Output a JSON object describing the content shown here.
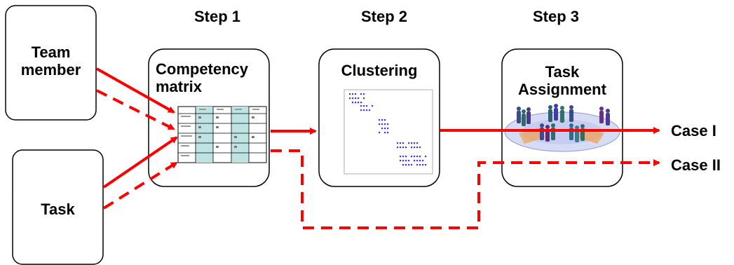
{
  "steps": {
    "step1": "Step 1",
    "step2": "Step 2",
    "step3": "Step 3"
  },
  "inputs": {
    "team_member": "Team member",
    "task": "Task"
  },
  "boxes": {
    "competency": "Competency matrix",
    "clustering": "Clustering",
    "assignment": "Task Assignment"
  },
  "outputs": {
    "case1": "Case I",
    "case2": "Case II"
  },
  "colors": {
    "arrow": "#ff0000",
    "box_border": "#000000",
    "matrix_fill": "#bfe3e3",
    "cluster_dots": "#3b3bd6"
  },
  "icons": {
    "matrix": "matrix-table-icon",
    "cluster_plot": "cluster-plot-icon",
    "team": "team-people-icon"
  }
}
